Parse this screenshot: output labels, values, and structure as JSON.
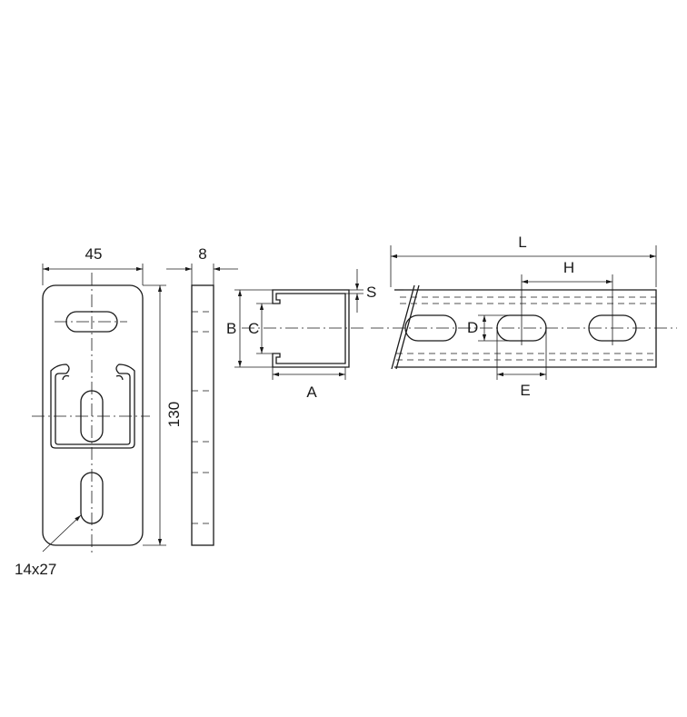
{
  "plate_front": {
    "width_label": "45",
    "height_label": "130",
    "slot_label": "14x27"
  },
  "plate_side": {
    "thickness_label": "8"
  },
  "channel_section": {
    "label_b": "B",
    "label_c": "C",
    "label_a": "A",
    "label_s": "S"
  },
  "channel_rail": {
    "label_l": "L",
    "label_h": "H",
    "label_d": "D",
    "label_e": "E"
  },
  "colors": {
    "line": "#1a1a1a",
    "background": "#ffffff"
  }
}
